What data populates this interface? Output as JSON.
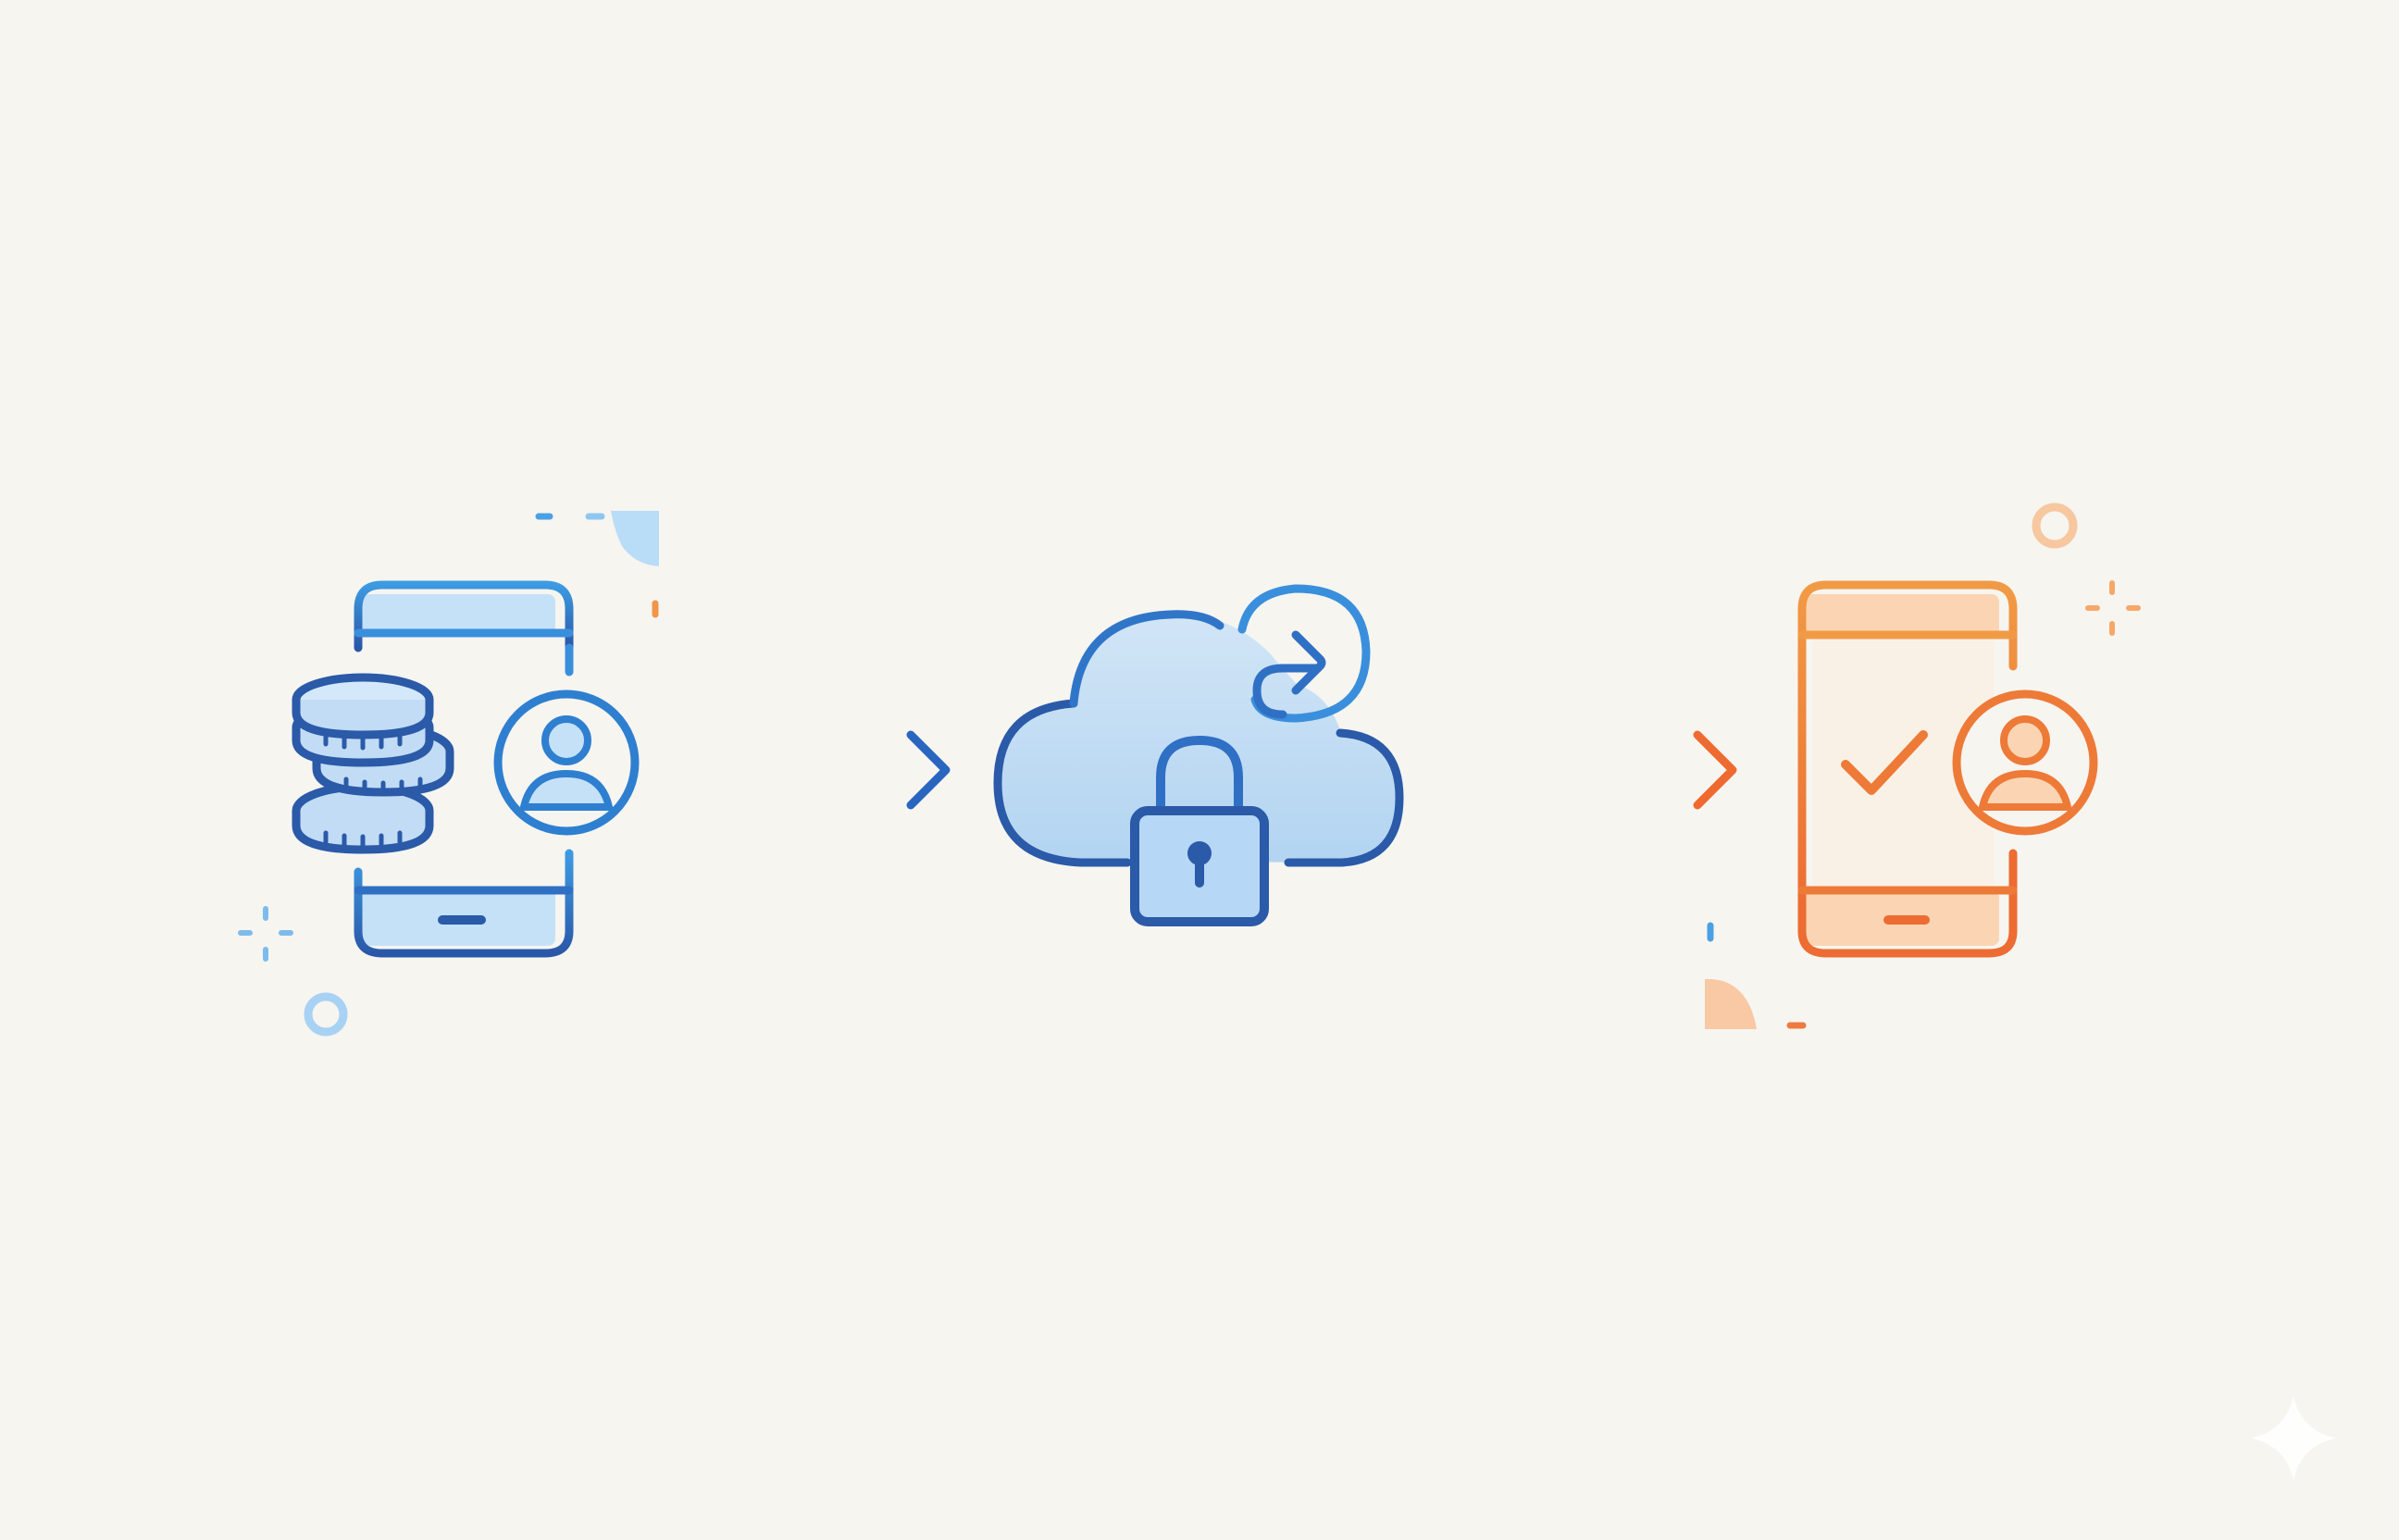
{
  "diagram": {
    "nodes": [
      {
        "id": "sender",
        "icon": "phone-coins-user-icon",
        "color": "#2f7fd0"
      },
      {
        "id": "secure-cloud",
        "icon": "cloud-lock-transfer-icon",
        "color": "#2f6fc2"
      },
      {
        "id": "receiver",
        "icon": "phone-check-user-icon",
        "color": "#ee7d3a"
      }
    ],
    "edges": [
      {
        "from": "sender",
        "to": "secure-cloud",
        "color": "#2f88d8"
      },
      {
        "from": "secure-cloud",
        "to": "receiver",
        "color": "#f07a35"
      }
    ]
  },
  "colors": {
    "background": "#f6f5f0",
    "blue": "#2f7fd0",
    "blue_light": "#c8e2f8",
    "orange": "#ee7d3a",
    "orange_light": "#fbd9bd"
  }
}
